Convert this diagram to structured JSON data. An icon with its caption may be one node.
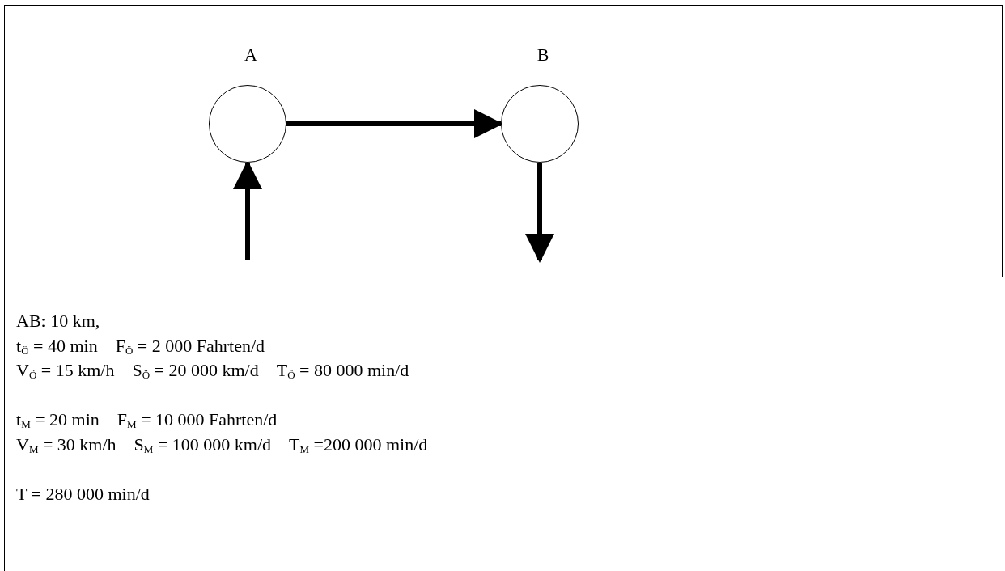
{
  "diagram": {
    "nodes": [
      {
        "text": [
          "A"
        ]
      },
      {
        "text": [
          "B"
        ]
      }
    ],
    "edges": [
      {
        "from": 0,
        "to": 1,
        "arrow": "to"
      },
      {
        "from": null,
        "to": 0,
        "arrow": "to"
      },
      {
        "from": 1,
        "to": null,
        "arrow": "to"
      }
    ],
    "labels": [
      "AB: 10 km,",
      "t$_{Ö}$ = 40 min",
      "F$_{Ö}$ = 2 000 Fahrten/d",
      "V$_{Ö}$ = 15 km/h",
      "S$_{Ö}$ = 20 000 km/d",
      "T$_{Ö}$ = 80 000 min/d",
      "t$_{M}$ = 20 min",
      "F$_{M}$ = 10 000 Fahrten/d",
      "V$_{M}$ = 30 km/h",
      "S$_{M}$ = 100 000 km/d",
      "T$_{M}$ =200 000 min/d",
      "T = 280 000 min/d"
    ]
  }
}
